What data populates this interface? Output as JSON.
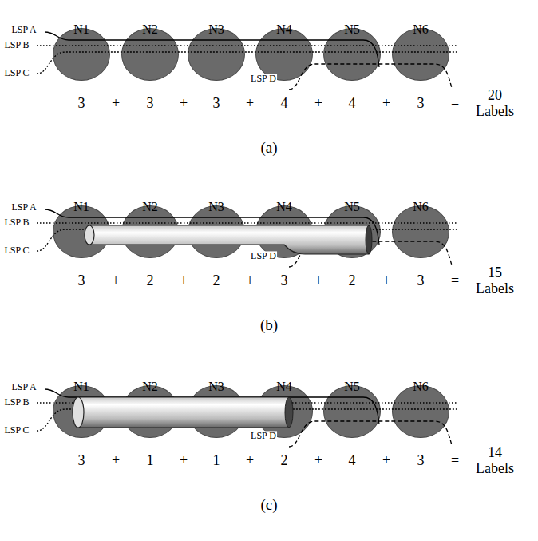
{
  "diagram": {
    "nodes": [
      {
        "text": [
          "N1"
        ]
      },
      {
        "text": [
          "N2"
        ]
      },
      {
        "text": [
          "N3"
        ]
      },
      {
        "text": [
          "N4"
        ]
      },
      {
        "text": [
          "N5"
        ]
      },
      {
        "text": [
          "N6"
        ]
      },
      {
        "text": [
          "N1"
        ]
      },
      {
        "text": [
          "N2"
        ]
      },
      {
        "text": [
          "N3"
        ]
      },
      {
        "text": [
          "N4"
        ]
      },
      {
        "text": [
          "N5"
        ]
      },
      {
        "text": [
          "N6"
        ]
      },
      {
        "text": [
          "N1"
        ]
      },
      {
        "text": [
          "N2"
        ]
      },
      {
        "text": [
          "N3"
        ]
      },
      {
        "text": [
          "N4"
        ]
      },
      {
        "text": [
          "N5"
        ]
      },
      {
        "text": [
          "N6"
        ]
      }
    ],
    "labels": [
      "LSP A",
      "LSP B",
      "LSP C",
      "LSP D",
      "3",
      "+",
      "3",
      "+",
      "3",
      "+",
      "4",
      "+",
      "4",
      "+",
      "3",
      "=",
      "20 Labels",
      "(a)",
      "LSP A",
      "LSP B",
      "LSP C",
      "LSP D",
      "3",
      "+",
      "2",
      "+",
      "2",
      "+",
      "3",
      "+",
      "2",
      "+",
      "3",
      "=",
      "15 Labels",
      "(b)",
      "LSP A",
      "LSP B",
      "LSP C",
      "LSP D",
      "3",
      "+",
      "1",
      "+",
      "1",
      "+",
      "2",
      "+",
      "4",
      "+",
      "3",
      "=",
      "14 Labels",
      "(c)"
    ]
  }
}
